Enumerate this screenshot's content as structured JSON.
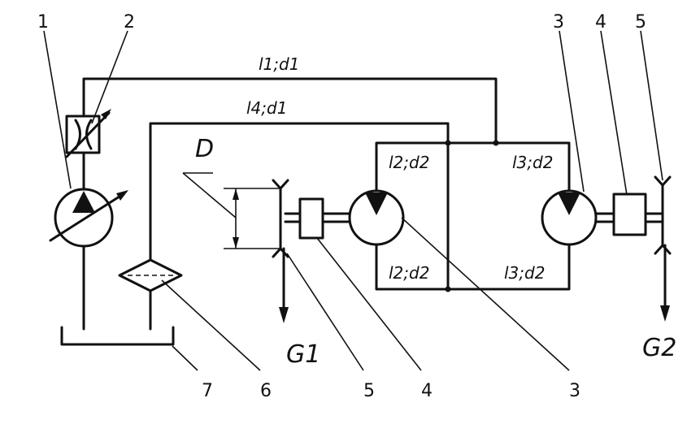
{
  "callouts": {
    "n1": "1",
    "n2": "2",
    "n3a": "3",
    "n4a": "4",
    "n5a": "5",
    "n7": "7",
    "n6": "6",
    "n5b": "5",
    "n4b": "4",
    "n3b": "3"
  },
  "pipes": {
    "l1d1": "l1;d1",
    "l4d1": "l4;d1",
    "l2d2_top": "l2;d2",
    "l2d2_bot": "l2;d2",
    "l3d2_top": "l3;d2",
    "l3d2_bot": "l3;d2"
  },
  "labels": {
    "D": "D",
    "G1": "G1",
    "G2": "G2"
  },
  "colors": {
    "line": "#111111",
    "background": "#ffffff"
  }
}
